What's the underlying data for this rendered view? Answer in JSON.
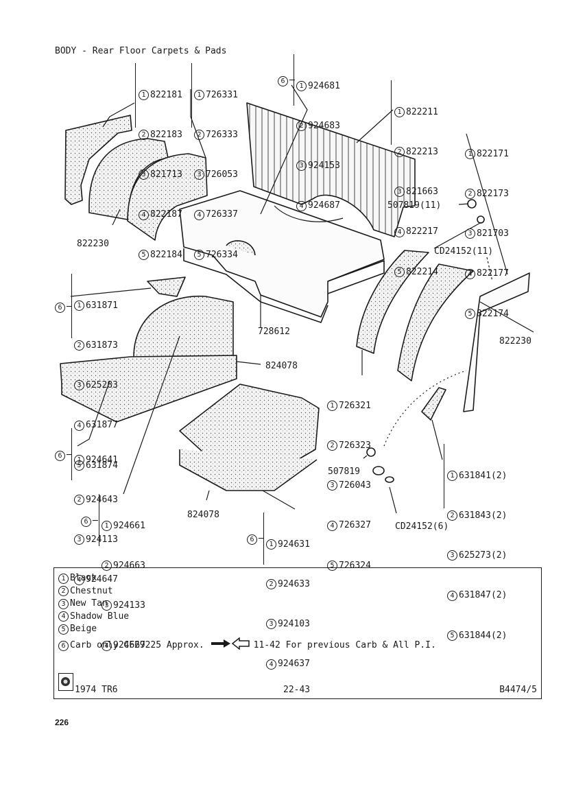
{
  "title": "BODY - Rear Floor Carpets & Pads",
  "parts": {
    "p1a": [
      "822181",
      "822183",
      "821713",
      "822187",
      "822184"
    ],
    "p1b": [
      "726331",
      "726333",
      "726053",
      "726337",
      "726334"
    ],
    "p2": [
      "924681",
      "924683",
      "924153",
      "924687"
    ],
    "p3": [
      "822211",
      "822213",
      "821663",
      "822217",
      "822214"
    ],
    "p4": [
      "822171",
      "822173",
      "821703",
      "822177",
      "822174"
    ],
    "p5": [
      "631871",
      "631873",
      "625283",
      "631877",
      "631874"
    ],
    "p6": [
      "726321",
      "726323",
      "726043",
      "726327",
      "726324"
    ],
    "p7": [
      "924641",
      "924643",
      "924113",
      "924647"
    ],
    "p8": [
      "631841(2)",
      "631843(2)",
      "625273(2)",
      "631847(2)",
      "631844(2)"
    ],
    "p9": [
      "924661",
      "924663",
      "924133",
      "924667"
    ],
    "p10": [
      "924631",
      "924633",
      "924103",
      "924637"
    ]
  },
  "numbers": [
    "1",
    "2",
    "3",
    "4",
    "5",
    "6"
  ],
  "labels": {
    "a": "822230",
    "b": "507819(11)",
    "c": "CD24152(11)",
    "d": "822230",
    "e": "728612",
    "f": "824078",
    "g": "507819",
    "h": "824078",
    "i": "CD24152(6)"
  },
  "legend": {
    "items": [
      "Black",
      "Chestnut",
      "New Tan",
      "Shadow Blue",
      "Beige"
    ],
    "note": "Carb only CF29225 Approx.",
    "ref": "11-42 For previous Carb & All P.I."
  },
  "footer": {
    "model": "1974 TR6",
    "page": "22-43",
    "ref": "B4474/5"
  },
  "page_number": "226"
}
